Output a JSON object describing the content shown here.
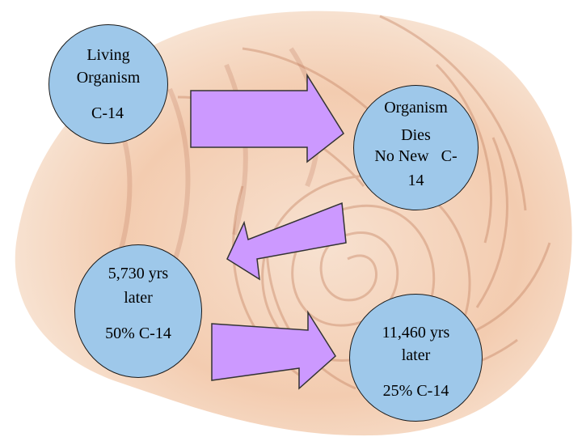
{
  "colors": {
    "circle_fill": "#9ec8ea",
    "circle_border": "#1a1a1a",
    "arrow_fill": "#cc99ff",
    "arrow_border": "#333333",
    "background_shell": "#e8a77f"
  },
  "background": {
    "image": "nautilus-shell-faded"
  },
  "nodes": {
    "living": {
      "line1": "Living",
      "line2": "Organism",
      "line3": "C-14"
    },
    "dies": {
      "line1": "Organism",
      "line2": "Dies",
      "line3": "No New   C-",
      "line4": "14"
    },
    "half": {
      "line1": "5,730 yrs",
      "line2": "later",
      "line3": "50% C-14"
    },
    "quarter": {
      "line1": "11,460 yrs",
      "line2": "later",
      "line3": "25% C-14"
    }
  }
}
